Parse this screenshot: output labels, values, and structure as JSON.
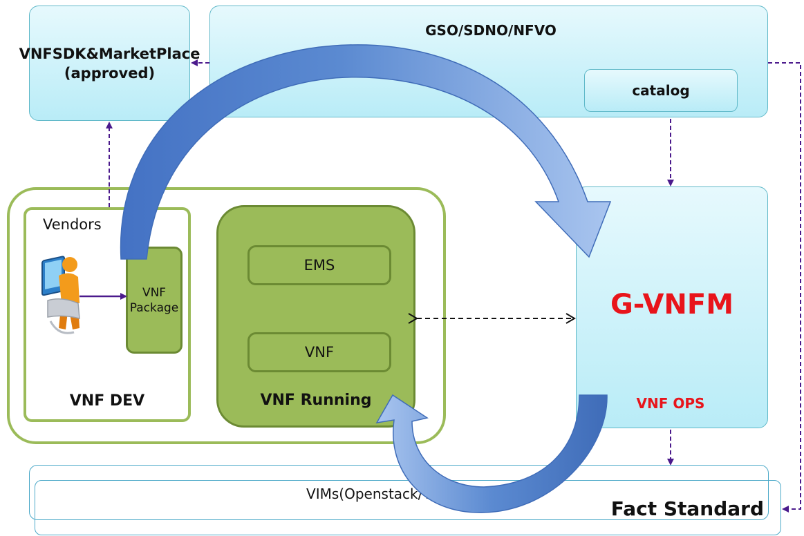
{
  "top_bar": {
    "title": "GSO/SDNO/NFVO"
  },
  "catalog": {
    "label": "catalog"
  },
  "sdk": {
    "label": "VNFSDK&MarketPlace (approved)"
  },
  "vendors": {
    "label": "Vendors"
  },
  "package": {
    "label": "VNF Package"
  },
  "vnf_dev": {
    "label": "VNF DEV"
  },
  "running": {
    "ems_label": "EMS",
    "vnf_label": "VNF",
    "title": "VNF Running"
  },
  "vnfm": {
    "title": "G-VNFM",
    "ops_label": "VNF OPS",
    "title_color": "#e8141b"
  },
  "vims": {
    "label": "VIMs(Openstack/VMware......)"
  },
  "fact_standard": {
    "label": "Fact Standard"
  },
  "colors": {
    "arrow_purple": "#4b1a8c",
    "big_arrow_blue": "#5a86c9",
    "green": "#9bbb59",
    "cyan": "#b9ecf7"
  }
}
